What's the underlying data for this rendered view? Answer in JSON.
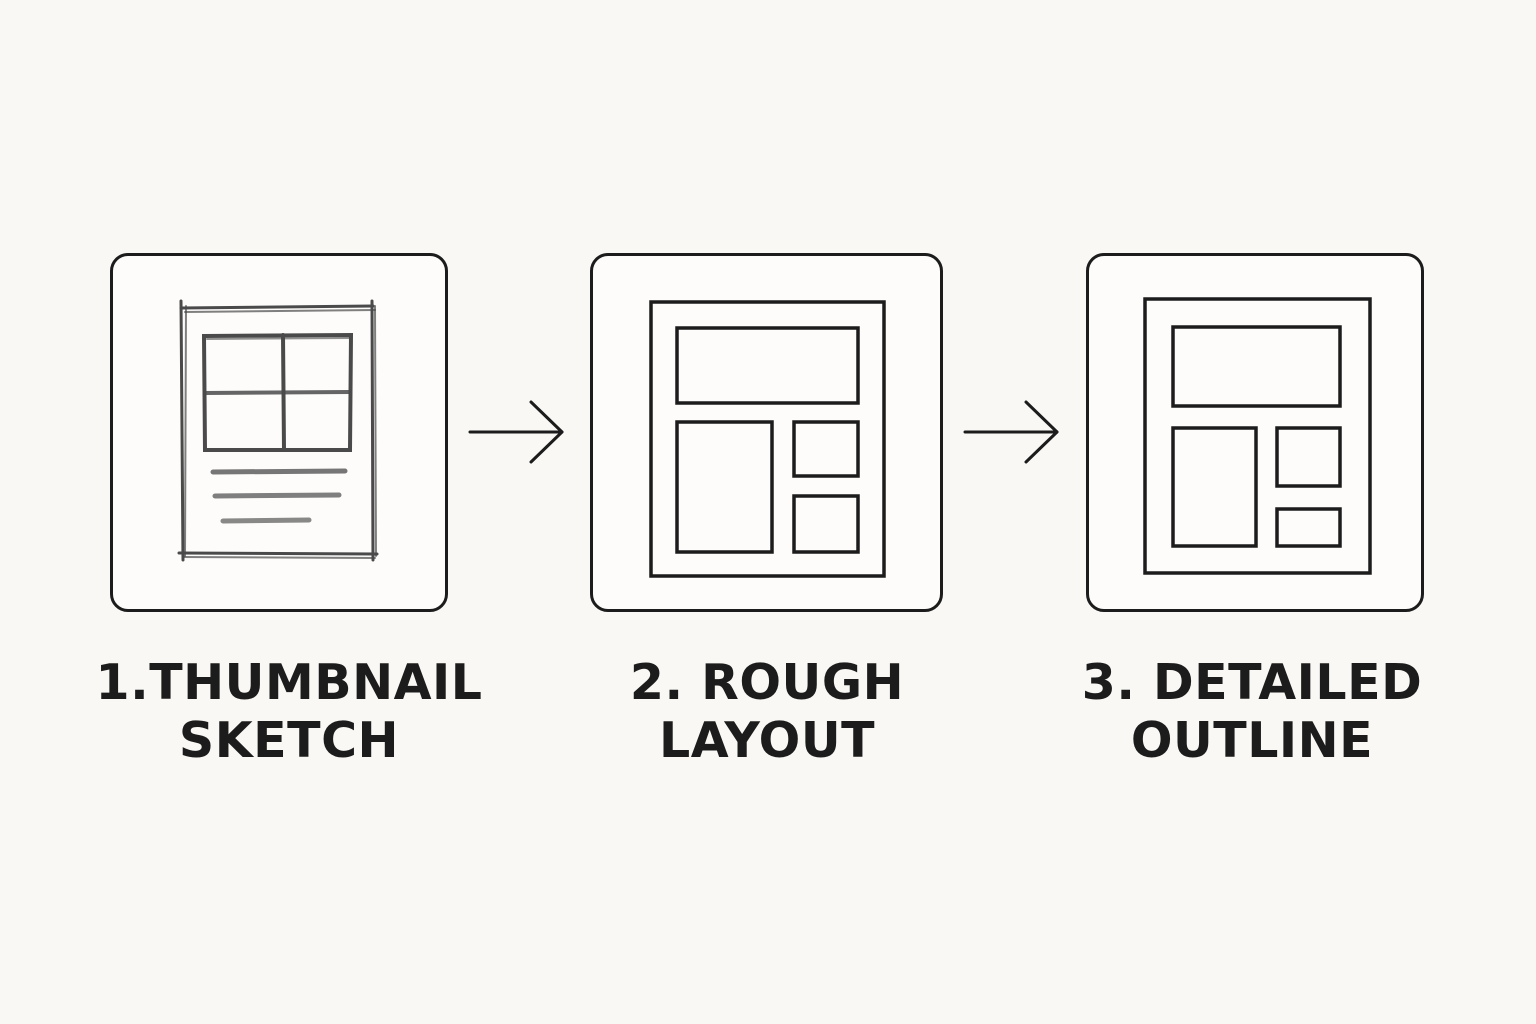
{
  "steps": [
    {
      "line1": "1.THUMBNAIL",
      "line2": "SKETCH",
      "icon": "pencil-sketch-layout-icon"
    },
    {
      "line1": "2. ROUGH",
      "line2": "LAYOUT",
      "icon": "rough-layout-icon"
    },
    {
      "line1": "3. DETAILED",
      "line2": "OUTLINE",
      "icon": "detailed-outline-icon"
    }
  ],
  "connectors": [
    "right-arrow-icon",
    "right-arrow-icon"
  ],
  "colors": {
    "stroke": "#1c1c1c",
    "background": "#f9f8f5",
    "pencil": "#4a4a4a"
  }
}
